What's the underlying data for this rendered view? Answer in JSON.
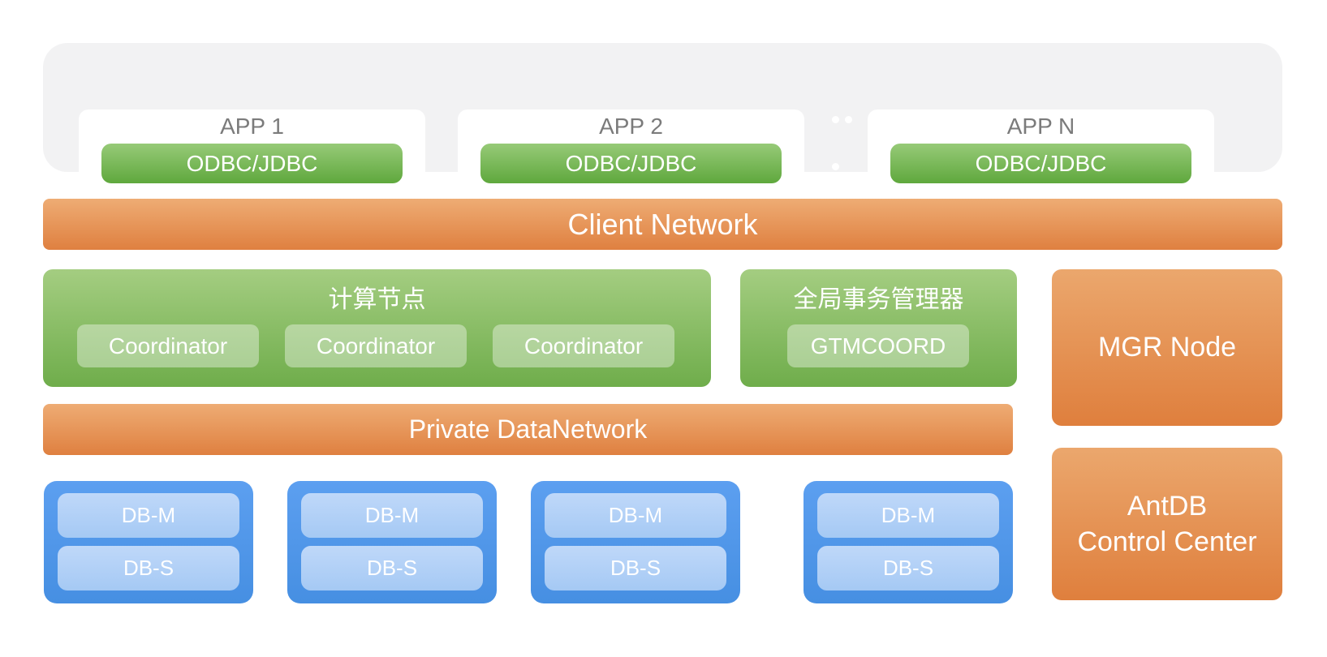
{
  "colors": {
    "background": "#ffffff",
    "app_container_gray": "#f2f2f3",
    "app_title_gray": "#7b7b7b",
    "green_dark": "#5fa83d",
    "green_light": "#a4cd81",
    "orange_light": "#eeac74",
    "orange_dark": "#df8040",
    "blue_box": "#4a93e6",
    "blue_button_light": "#bfd8f9",
    "text_white": "#ffffff"
  },
  "app_layer": {
    "cards": [
      {
        "title": "APP 1",
        "connector": "ODBC/JDBC"
      },
      {
        "title": "APP 2",
        "connector": "ODBC/JDBC"
      },
      {
        "title": "APP N",
        "connector": "ODBC/JDBC"
      }
    ],
    "more_apps_ellipsis": "..."
  },
  "client_network_label": "Client Network",
  "compute_node": {
    "title": "计算节点",
    "coordinators": [
      "Coordinator",
      "Coordinator",
      "Coordinator"
    ]
  },
  "gtm": {
    "title": "全局事务管理器",
    "node": "GTMCOORD"
  },
  "mgr_node_label": "MGR Node",
  "private_network_label": "Private DataNetwork",
  "data_node_groups": [
    {
      "master": "DB-M",
      "standby": "DB-S"
    },
    {
      "master": "DB-M",
      "standby": "DB-S"
    },
    {
      "master": "DB-M",
      "standby": "DB-S"
    },
    {
      "master": "DB-M",
      "standby": "DB-S"
    }
  ],
  "control_center": {
    "line1": "AntDB",
    "line2": "Control Center"
  }
}
